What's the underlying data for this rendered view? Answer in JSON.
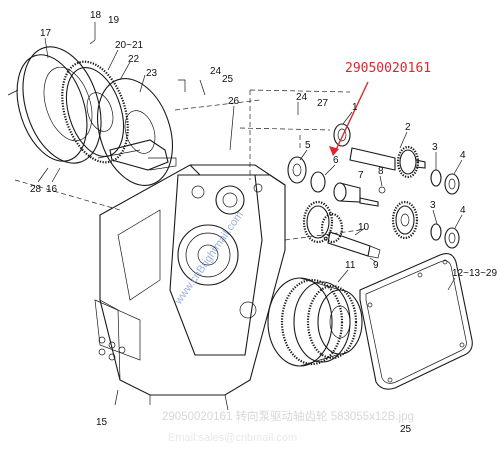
{
  "highlight_part_number": "29050020161",
  "watermark": "www.cnBrightmail.com",
  "caption": "29050020161 转向泵驱动轴齿轮 583055x12B.jpg",
  "email": "Email:sales@cnbmail.com",
  "callouts": {
    "n1": "1",
    "n2": "2",
    "n3": "3",
    "n4": "4",
    "n4b": "4",
    "n3b": "3",
    "n5": "5",
    "n6": "6",
    "n7": "7",
    "n8": "8",
    "n9": "9",
    "n10": "10",
    "n11": "11",
    "n15": "15",
    "n16": "16",
    "n17": "17",
    "n18": "18",
    "n19": "19",
    "n20_21": "20~21",
    "n22": "22",
    "n23": "23",
    "n24": "24",
    "n24b": "24",
    "n25": "25",
    "n25b": "25",
    "n26": "26",
    "n27": "27",
    "n28": "28",
    "n12_13": "12~13~29"
  },
  "colors": {
    "accent": "#e0262a",
    "line": "#1a1a1a",
    "watermark": "#7a95d8"
  }
}
